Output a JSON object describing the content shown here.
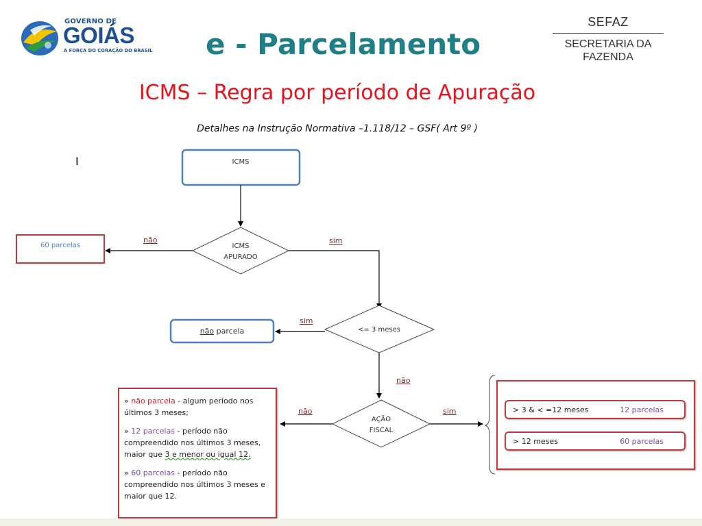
{
  "header": {
    "logo": {
      "top_text": "GOVERNO DE",
      "main_text": "GOIÁS",
      "sub_text": "A FORÇA DO CORAÇÃO DO BRASIL"
    },
    "title": "e - Parcelamento",
    "sefaz": {
      "top": "SEFAZ",
      "line1": "SECRETARIA DA",
      "line2": "FAZENDA"
    }
  },
  "subtitle": "ICMS – Regra por período de Apuração",
  "details": "Detalhes na Instrução Normativa –1.118/12 – GSF( Art 9º )",
  "stray_char": "I",
  "nodes": {
    "icms": "ICMS",
    "apurado_l1": "ICMS",
    "apurado_l2": "APURADO",
    "parcelas60": "60 parcelas",
    "meses3": "<= 3 meses",
    "nao_parcela_a": "não",
    "nao_parcela_b": " parcela",
    "acao_l1": "AÇÃO",
    "acao_l2": "FISCAL"
  },
  "edges": {
    "nao1": "não",
    "sim1": "sim",
    "sim2": "sim",
    "nao2": "não",
    "nao3": "não",
    "sim3": "sim"
  },
  "legend": {
    "p1_prefix": "» ",
    "p1_hl": "não parcela",
    "p1_text": " - algum período nos últimos 3 meses;",
    "p2_prefix": "» ",
    "p2_hl": "12 parcelas",
    "p2_text": " - período não compreendido nos últimos 3 meses, maior que ",
    "p2_ul": "3 e menor ou igual 12.",
    "p3_prefix": "» ",
    "p3_hl": "60 parcelas",
    "p3_text": " - período não compreendido nos últimos 3 meses e maior que 12."
  },
  "rules": [
    {
      "label": "> 3 & < =12 meses",
      "value": "12 parcelas"
    },
    {
      "label": "> 12 meses",
      "value": "60 parcelas"
    }
  ],
  "colors": {
    "title_teal": "#1f7f86",
    "subtitle_red": "#e5131c",
    "box_blue": "#4f81bd",
    "box_red": "#c0393b",
    "purple": "#7b4aa3"
  }
}
